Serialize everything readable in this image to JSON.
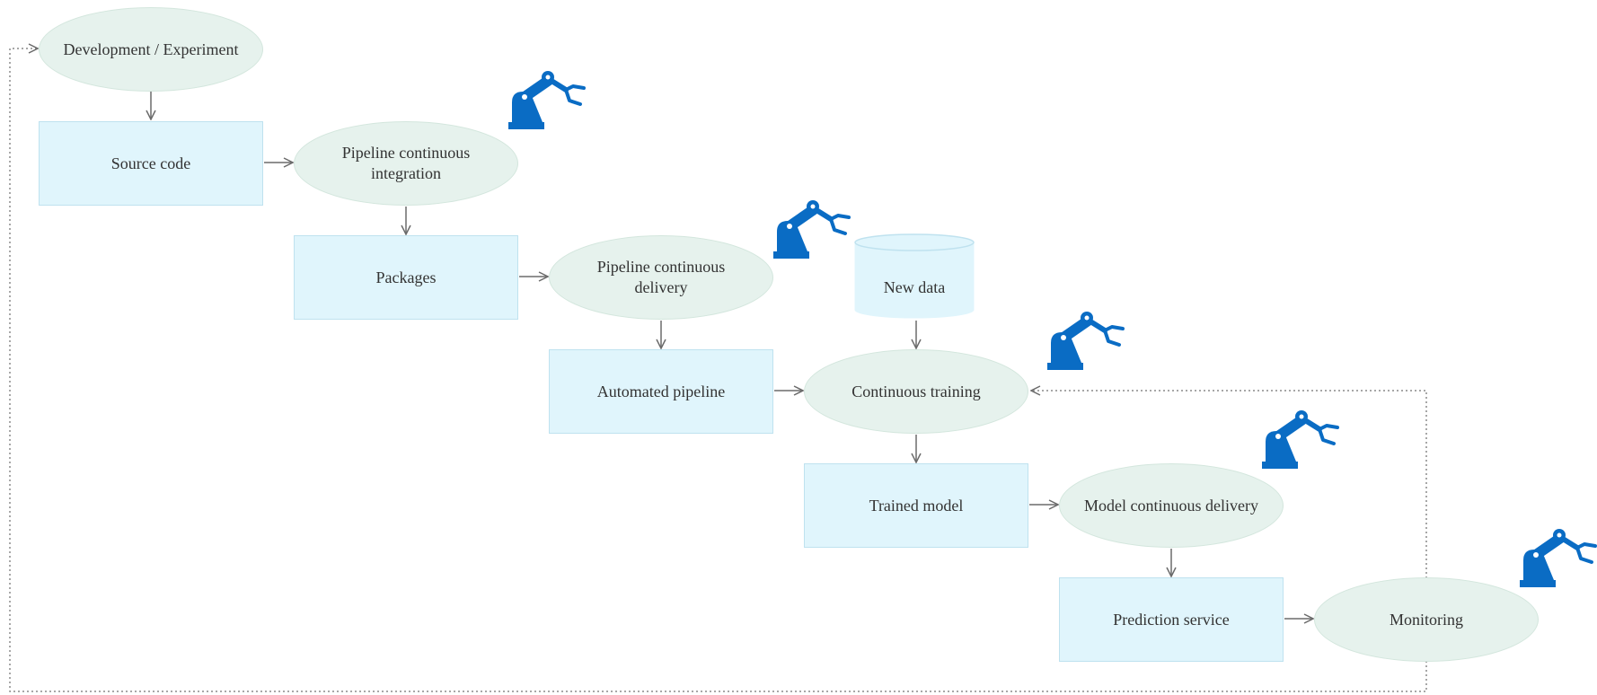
{
  "nodes": {
    "development": "Development / Experiment",
    "source_code": "Source code",
    "pipeline_ci": "Pipeline continuous integration",
    "packages": "Packages",
    "pipeline_cd": "Pipeline continuous delivery",
    "new_data": "New data",
    "automated_pipeline": "Automated pipeline",
    "continuous_training": "Continuous training",
    "trained_model": "Trained model",
    "model_cd": "Model continuous delivery",
    "prediction_service": "Prediction service",
    "monitoring": "Monitoring"
  },
  "icons": {
    "automation": "robot-arm-icon"
  },
  "colors": {
    "ellipse_fill": "#e6f2ed",
    "rect_fill": "#e0f5fc",
    "cylinder_fill": "#e0f5fc",
    "robot": "#0a6cc4",
    "arrow": "#6b6b6b",
    "feedback": "#8a8a8a"
  }
}
